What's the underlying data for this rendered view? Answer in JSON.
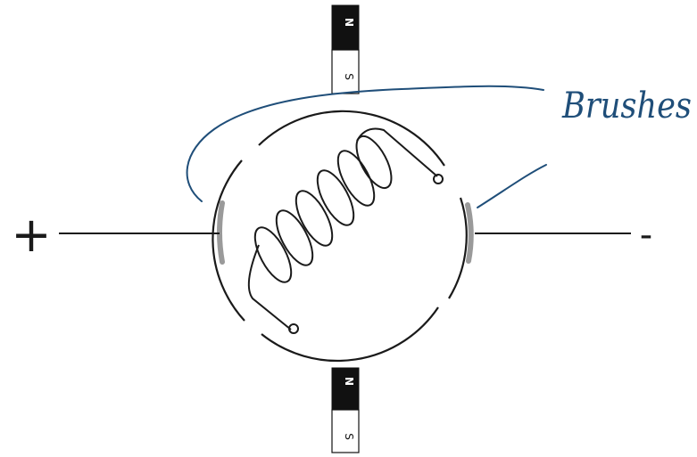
{
  "magnet_top": {
    "north_label": "N",
    "south_label": "S"
  },
  "magnet_bottom": {
    "north_label": "N",
    "south_label": "S"
  },
  "terminals": {
    "positive": "+",
    "negative": "-"
  },
  "annotation": {
    "text": "Brushes",
    "color": "#1f4e79"
  }
}
